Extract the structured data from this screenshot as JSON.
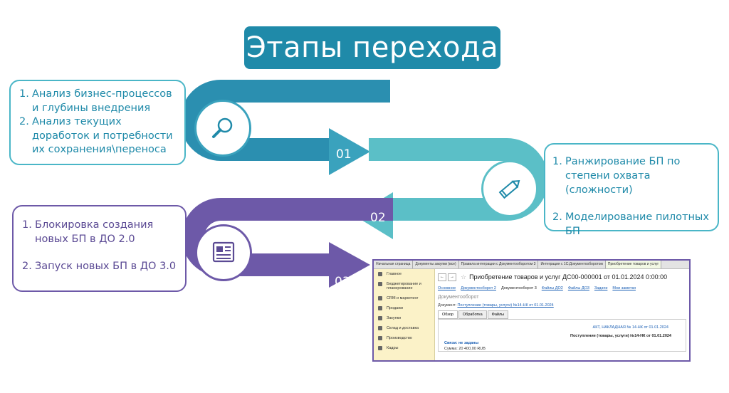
{
  "title": "Этапы перехода",
  "colors": {
    "teal_dark": "#1f8aa9",
    "teal": "#4ab6c7",
    "teal_light": "#5bbfc7",
    "purple": "#6d59a8"
  },
  "stage1": {
    "items": [
      {
        "num": "1.",
        "text": "Анализ бизнес-процессов и глубины внедрения"
      },
      {
        "num": "2.",
        "text": "Анализ текущих доработок и потребности их сохранения\\переноса"
      }
    ],
    "icon": "magnifier-icon",
    "label": "01"
  },
  "stage2": {
    "items": [
      {
        "num": "1.",
        "text": "Ранжирование БП по степени охвата (сложности)"
      },
      {
        "num": "2.",
        "text": "Моделирование пилотных БП"
      }
    ],
    "icon": "pencil-icon",
    "label": "02"
  },
  "stage3": {
    "items": [
      {
        "num": "1.",
        "text": "Блокировка создания новых БП в ДО 2.0"
      },
      {
        "num": "2.",
        "text": "Запуск новых БП в ДО 3.0"
      }
    ],
    "icon": "document-icon",
    "label": "03"
  },
  "screenshot": {
    "tabs": [
      "Начальная страница",
      "Документы закупки (все)",
      "Правила интеграции с Документооборотом 3",
      "Интеграция с 1С:Документооборотом",
      "Приобретение товаров и услуг"
    ],
    "sidebar": [
      "Главное",
      "Бюджетирование и планирование",
      "CRM и маркетинг",
      "Продажи",
      "Закупки",
      "Склад и доставка",
      "Производство",
      "Кадры"
    ],
    "nav_back": "←",
    "nav_forward": "→",
    "star": "☆",
    "doc_title": "Приобретение товаров и услуг ДС00-000001 от 01.01.2024 0:00:00",
    "links": [
      "Основное",
      "Документооборот 2",
      "Документооборот 3",
      "Файлы ДО2",
      "Файлы ДО3",
      "Задачи",
      "Мои заметки"
    ],
    "section": "Документооборот",
    "doc_label": "Документ:",
    "doc_link": "Поступление (товары, услуги) №14-НК от 01.01.2024",
    "subtabs": [
      "Обзор",
      "Обработка",
      "Файлы"
    ],
    "act": "АКТ, НАКЛАДНАЯ № 14-НК от 01.01.2024",
    "posting": "Поступление (товары, услуги) №14-НК от 01.01.2024",
    "links_status": "Связи: не заданы",
    "sum": "Сумма: 20 400,00 RUB"
  }
}
